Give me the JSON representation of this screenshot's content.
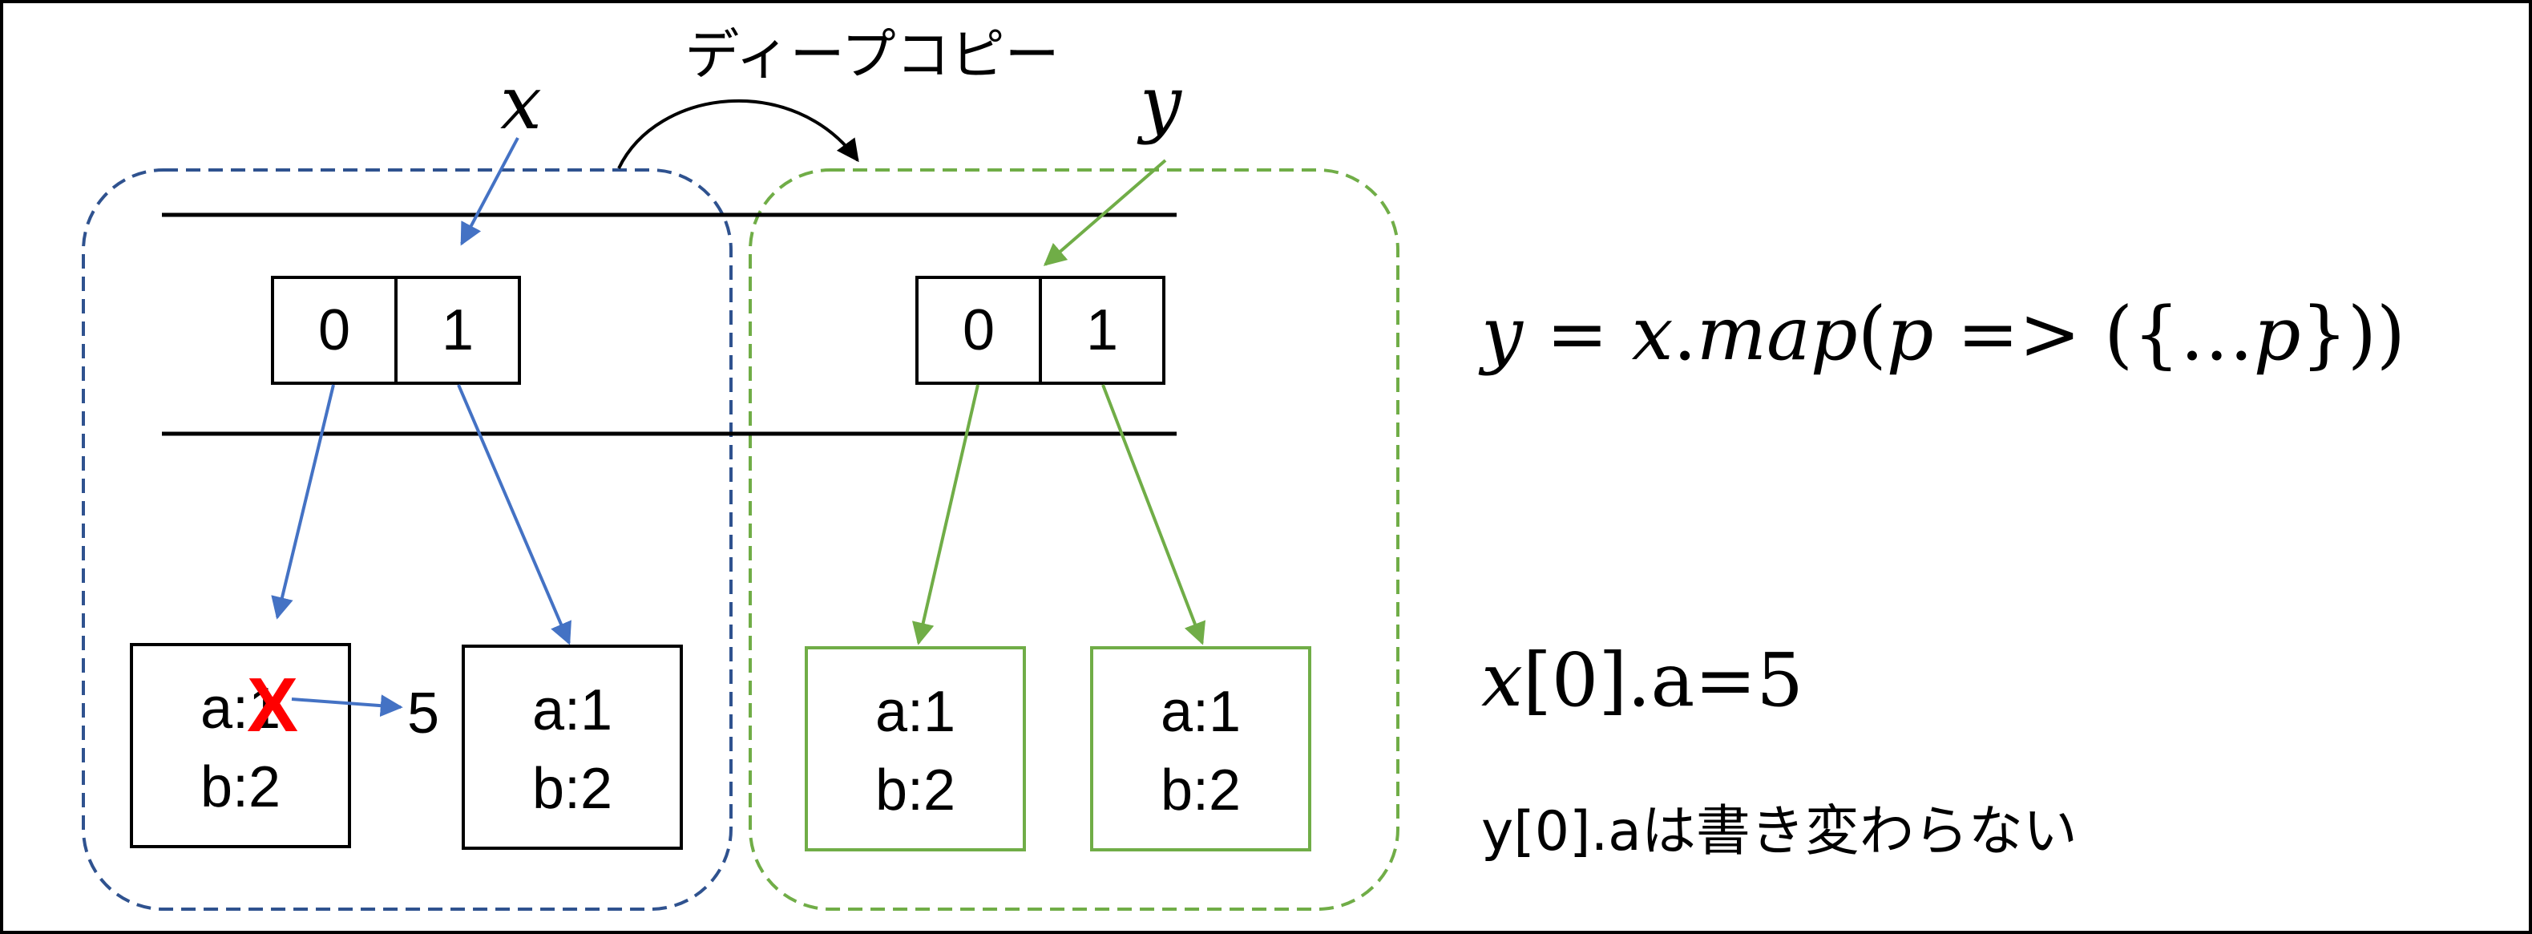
{
  "title": "ディープコピー",
  "var_x": "x",
  "var_y": "y",
  "left_array": {
    "cells": [
      "0",
      "1"
    ]
  },
  "right_array": {
    "cells": [
      "0",
      "1"
    ]
  },
  "left_objects": [
    {
      "a": "a:1",
      "b": "b:2",
      "crossed": true
    },
    {
      "a": "a:1",
      "b": "b:2"
    }
  ],
  "right_objects": [
    {
      "a": "a:1",
      "b": "b:2"
    },
    {
      "a": "a:1",
      "b": "b:2"
    }
  ],
  "cross_mark": "X",
  "new_value": "5",
  "formula": {
    "y": "y",
    "eq": " = ",
    "x": "x",
    "dot": ".",
    "map": "map",
    "open": "(",
    "p": "p",
    "arrow": " => ",
    "brace": "({…",
    "p2": "p",
    "close": "}))"
  },
  "assignment": {
    "x": "x",
    "rest": "[0].a=5"
  },
  "note": "y[0].aは書き変わらない",
  "colors": {
    "blue_group": "#2F528F",
    "blue_arrow": "#4472C4",
    "green": "#70AD47",
    "red": "#FF0000",
    "black": "#000000"
  }
}
